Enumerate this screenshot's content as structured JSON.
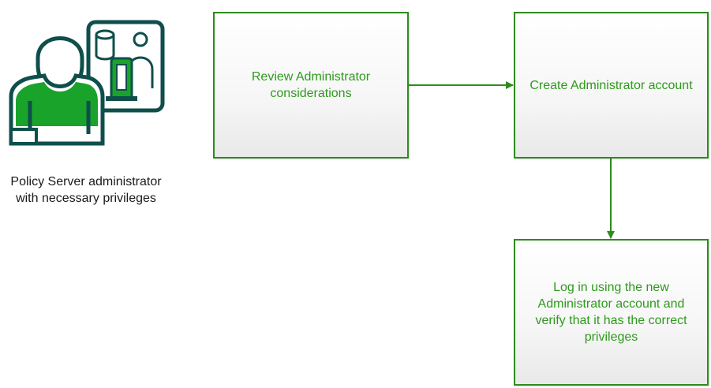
{
  "diagram": {
    "persona": {
      "icon": "policy-server-administrator-icon",
      "caption_lines": [
        "Policy Server administrator",
        "with necessary privileges"
      ]
    },
    "steps": [
      {
        "lines": [
          "Review Administrator",
          "considerations"
        ]
      },
      {
        "lines": [
          "Create Administrator account"
        ]
      },
      {
        "lines": [
          "Log in using the new",
          "Administrator account and",
          "verify that it has the correct",
          "privileges"
        ]
      }
    ],
    "colors": {
      "accent_green": "#2e9a1c",
      "icon_dark_teal": "#0f4f4b",
      "icon_green": "#1aa32a",
      "box_border": "#2e8b1e"
    }
  }
}
